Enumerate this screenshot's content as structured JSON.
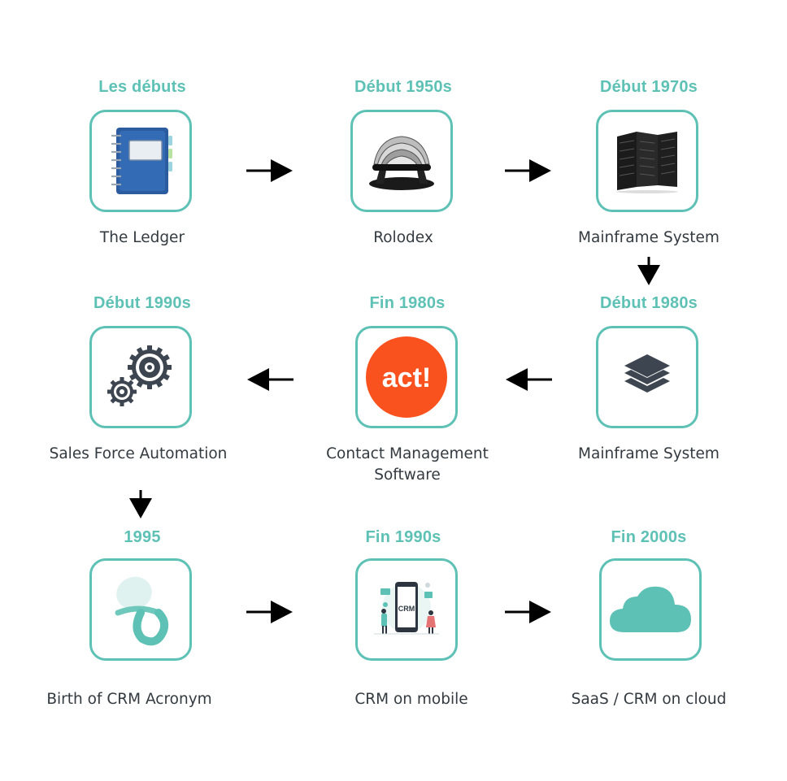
{
  "timeline": {
    "nodes": [
      {
        "era": "Les débuts",
        "label": "The Ledger",
        "icon": "ledger-icon"
      },
      {
        "era": "Début 1950s",
        "label": "Rolodex",
        "icon": "rolodex-icon"
      },
      {
        "era": "Début 1970s",
        "label": "Mainframe System",
        "icon": "server-rack-icon"
      },
      {
        "era": "Début 1980s",
        "label": "Mainframe System",
        "icon": "layers-icon"
      },
      {
        "era": "Fin 1980s",
        "label": "Contact Management Software",
        "icon": "act-logo-icon"
      },
      {
        "era": "Début 1990s",
        "label": "Sales Force Automation",
        "icon": "gears-icon"
      },
      {
        "era": "1995",
        "label": "Birth of CRM Acronym",
        "icon": "pacifier-icon"
      },
      {
        "era": "Fin 1990s",
        "label": "CRM on mobile",
        "icon": "crm-mobile-icon"
      },
      {
        "era": "Fin 2000s",
        "label": "SaaS / CRM on cloud",
        "icon": "cloud-icon"
      }
    ],
    "act_logo_text": "act!",
    "crm_phone_text": "CRM"
  },
  "colors": {
    "accent": "#5ec1b5",
    "text": "#333a40",
    "act_orange": "#f9521e",
    "layers": "#3d4650"
  }
}
